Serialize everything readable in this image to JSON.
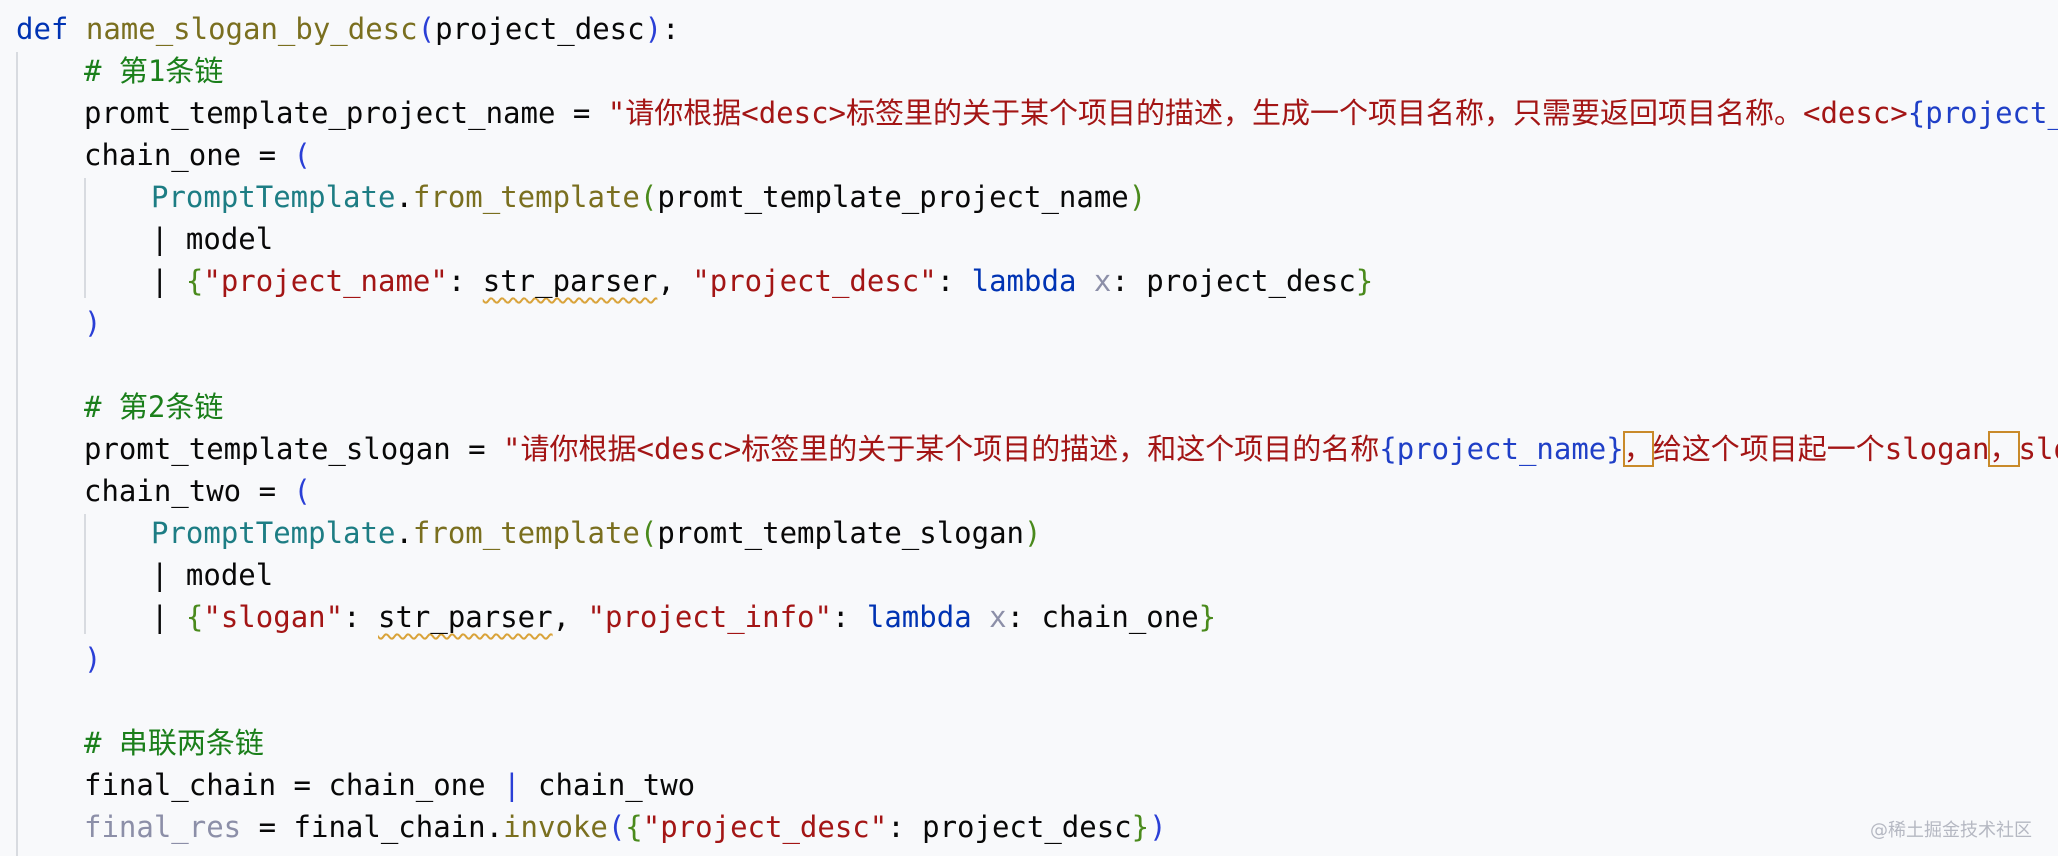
{
  "code": {
    "def_kw": "def",
    "func_name": "name_slogan_by_desc",
    "param": "project_desc",
    "comment_chain1": "# 第1条链",
    "var_name_tpl": "promt_template_project_name",
    "str_name_tpl_part1": "\"请你根据<desc>标签里的关于某个项目的描述，生成一个项目名称，只需要返回项目名称。<desc>",
    "str_name_tpl_placeholder": "{project_desc",
    "chain_one": "chain_one",
    "prompt_template_cls": "PromptTemplate",
    "from_template": "from_template",
    "model": "model",
    "key_project_name": "\"project_name\"",
    "str_parser": "str_parser",
    "key_project_desc": "\"project_desc\"",
    "lambda_kw": "lambda",
    "lambda_param": "x",
    "comment_chain2": "# 第2条链",
    "var_slogan_tpl": "promt_template_slogan",
    "str_slogan_part1": "\"请你根据<desc>标签里的关于某个项目的描述，和这个项目的名称",
    "str_slogan_placeholder": "{project_name}",
    "str_slogan_comma1": "，",
    "str_slogan_part2": "给这个项目起一个slogan",
    "str_slogan_comma2": "，",
    "str_slogan_part3": "slogan要",
    "chain_two": "chain_two",
    "key_slogan": "\"slogan\"",
    "key_project_info": "\"project_info\"",
    "comment_serial": "# 串联两条链",
    "final_chain": "final_chain",
    "final_res": "final_res",
    "invoke": "invoke"
  },
  "watermark": "@稀土掘金技术社区"
}
